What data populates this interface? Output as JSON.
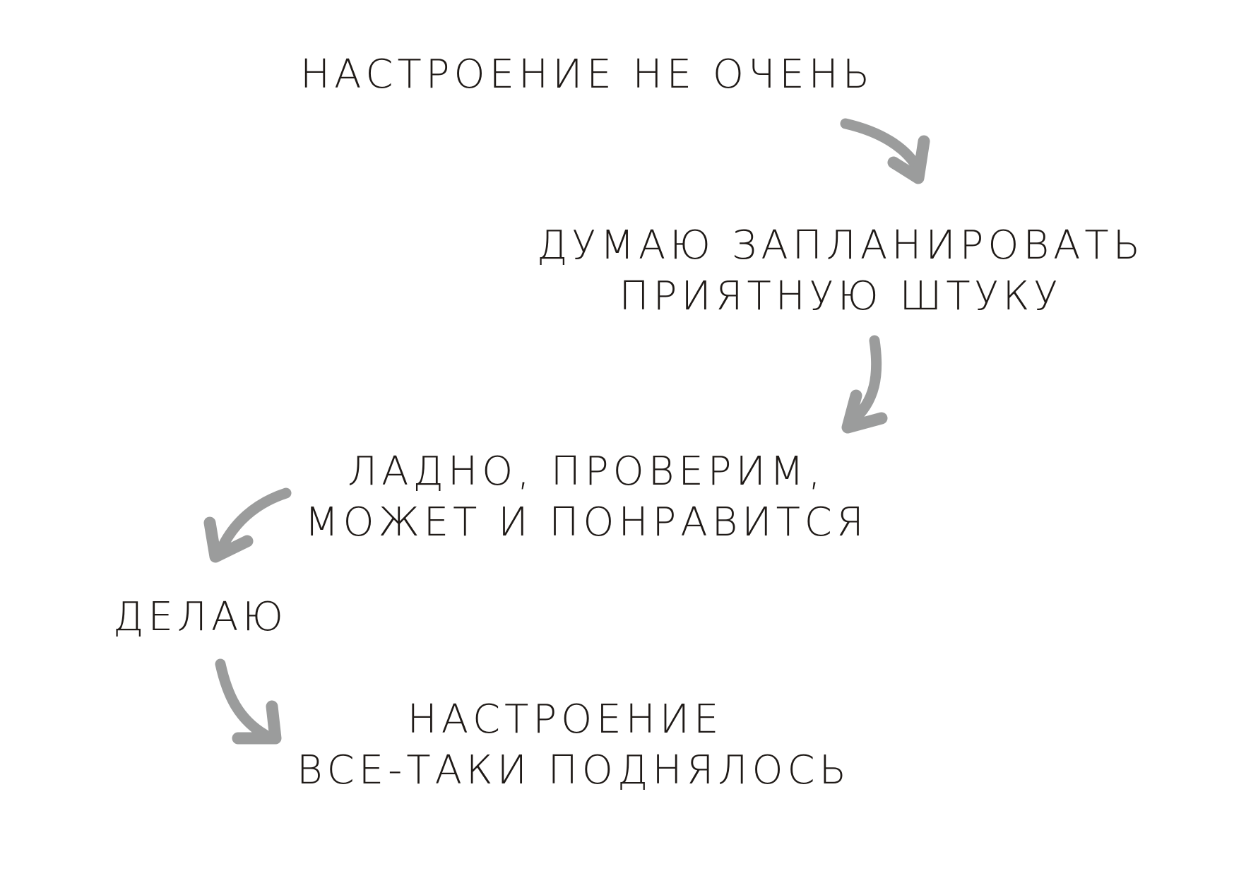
{
  "diagram": {
    "steps": [
      {
        "lines": [
          "НАСТРОЕНИЕ НЕ ОЧЕНЬ"
        ]
      },
      {
        "lines": [
          "ДУМАЮ ЗАПЛАНИРОВАТЬ",
          "ПРИЯТНУЮ ШТУКУ"
        ]
      },
      {
        "lines": [
          "ЛАДНО, ПРОВЕРИМ,",
          "МОЖЕТ И ПОНРАВИТСЯ"
        ]
      },
      {
        "lines": [
          "ДЕЛАЮ"
        ]
      },
      {
        "lines": [
          "НАСТРОЕНИЕ",
          "ВСЕ-ТАКИ ПОДНЯЛОСЬ"
        ]
      }
    ],
    "colors": {
      "text": "#1f1a17",
      "arrow": "#9b9c9c",
      "background": "#ffffff"
    }
  }
}
